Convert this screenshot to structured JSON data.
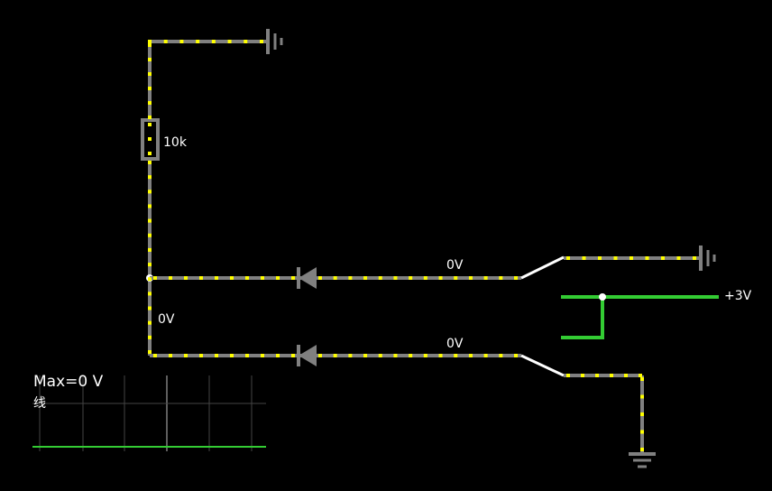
{
  "circuit": {
    "resistor": {
      "label": "10k"
    },
    "node_voltage": "0V",
    "diode_top": {
      "voltage": "0V"
    },
    "diode_bottom": {
      "voltage": "0V"
    },
    "source": {
      "label": "+3V"
    }
  },
  "scope": {
    "max_label": "Max=0 V",
    "sub_label": "线",
    "trace_color": "#33cc33"
  },
  "colors": {
    "wire": "#808080",
    "current_dot": "#ffff00",
    "live_wire": "#33cc33",
    "switch": "#ffffff",
    "background": "#000000"
  }
}
